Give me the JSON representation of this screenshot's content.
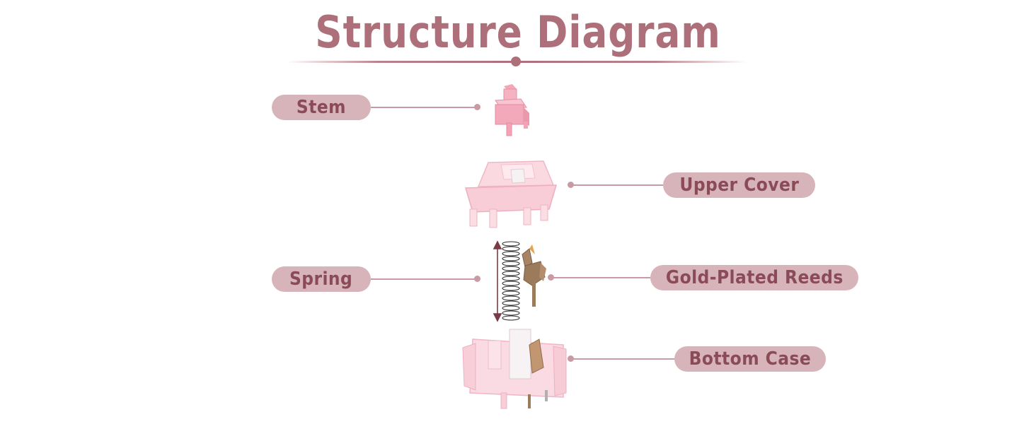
{
  "title": "Structure Diagram",
  "labels": {
    "stem": "Stem",
    "upper_cover": "Upper Cover",
    "spring": "Spring",
    "gold_reeds": "Gold-Plated Reeds",
    "bottom_case": "Bottom Case"
  },
  "colors": {
    "accent": "#ad6f7a",
    "pill_bg": "#d7b4ba",
    "pill_text": "#8a4b57",
    "switch_pink": "#f6c3cf",
    "reed_gold": "#a07e5e"
  }
}
